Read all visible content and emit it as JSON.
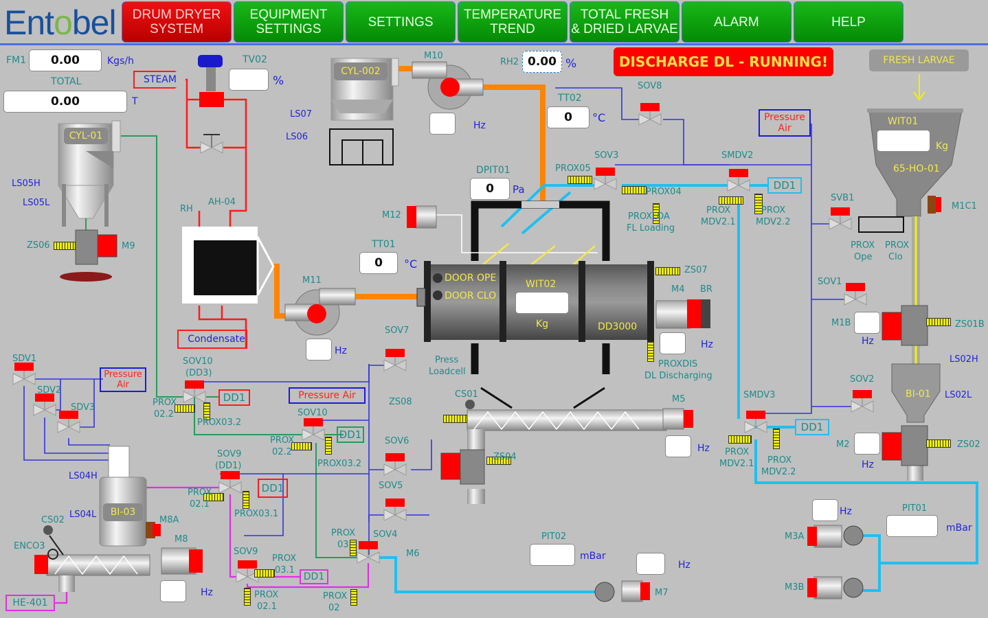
{
  "nav": {
    "logo": "Entobel",
    "buttons": [
      "DRUM DRYER\nSYSTEM",
      "EQUIPMENT\nSETTINGS",
      "SETTINGS",
      "TEMPERATURE\nTREND",
      "TOTAL FRESH\n& DRIED LARVAE",
      "ALARM",
      "HELP"
    ],
    "active": 0
  },
  "status": {
    "alarm": "DISCHARGE DL - RUNNING!",
    "fresh_larvae": "FRESH LARVAE"
  },
  "readouts": {
    "fm1": {
      "label": "FM1",
      "value": "0.00",
      "unit": "Kgs/h"
    },
    "total": {
      "label": "TOTAL",
      "value": "0.00",
      "unit": "T"
    },
    "tv02": {
      "label": "TV02",
      "value": "",
      "unit": "%"
    },
    "rh2": {
      "label": "RH2",
      "value": "0.00",
      "unit": "%"
    },
    "tt02": {
      "label": "TT02",
      "value": "0",
      "unit": "°C"
    },
    "dpit01": {
      "label": "DPIT01",
      "value": "0",
      "unit": "Pa"
    },
    "tt01": {
      "label": "TT01",
      "value": "0",
      "unit": "°C"
    },
    "m10_hz": {
      "value": "",
      "unit": "Hz"
    },
    "m11_hz": {
      "value": "",
      "unit": "Hz"
    },
    "wit02": {
      "label": "WIT02",
      "value": "",
      "unit": "Kg"
    },
    "m4_hz": {
      "value": "",
      "unit": "Hz"
    },
    "wit01": {
      "label": "WIT01",
      "value": "",
      "unit": "Kg"
    },
    "m1b_hz": {
      "value": "",
      "unit": "Hz"
    },
    "m2_hz": {
      "value": "",
      "unit": "Hz"
    },
    "m5_hz": {
      "value": "",
      "unit": "Hz"
    },
    "m8_hz": {
      "value": "",
      "unit": "Hz"
    },
    "pit02": {
      "label": "PIT02",
      "value": "",
      "unit": "mBar"
    },
    "m7_hz": {
      "value": "",
      "unit": "Hz"
    },
    "m3a_hz": {
      "value": "",
      "unit": "Hz"
    },
    "pit01": {
      "label": "PIT01",
      "value": "",
      "unit": "mBar"
    }
  },
  "tags": {
    "steam": "STEAM",
    "condensate": "Condensate",
    "pressure_air": "Pressure Air",
    "pressure": "Pressure",
    "air": "Air",
    "dd1": "DD1",
    "he401": "HE-401",
    "cyl01": "CYL-01",
    "cyl002": "CYL-002",
    "bi03": "BI-03",
    "bi01": "BI-01",
    "ho01": "65-HO-01",
    "dd3000": "DD3000",
    "door_ope": "DOOR OPE",
    "door_clo": "DOOR CLO",
    "kg": "Kg"
  },
  "labels": {
    "m10": "M10",
    "m11": "M11",
    "m12": "M12",
    "m9": "M9",
    "m4": "M4",
    "br": "BR",
    "m5": "M5",
    "m6": "M6",
    "m7": "M7",
    "m8": "M8",
    "m8a": "M8A",
    "m1c1": "M1C1",
    "m1b": "M1B",
    "m2": "M2",
    "m3a": "M3A",
    "m3b": "M3B",
    "ah04": "AH-04",
    "rh": "RH",
    "ls07": "LS07",
    "ls06": "LS06",
    "ls05h": "LS05H",
    "ls05l": "LS05L",
    "ls04h": "LS04H",
    "ls04l": "LS04L",
    "ls02h": "LS02H",
    "ls02l": "LS02L",
    "zs06": "ZS06",
    "zs07": "ZS07",
    "zs08": "ZS08",
    "zs04": "ZS04",
    "zs01b": "ZS01B",
    "zs02": "ZS02",
    "sov8": "SOV8",
    "sov3": "SOV3",
    "smdv2": "SMDV2",
    "smdv3": "SMDV3",
    "svb1": "SVB1",
    "sov1": "SOV1",
    "sov2": "SOV2",
    "sov7": "SOV7",
    "sov6": "SOV6",
    "sov5": "SOV5",
    "sov4": "SOV4",
    "sov10a": "SOV10",
    "dd3": "(DD3)",
    "sov10b": "SOV10",
    "sov9a": "SOV9",
    "dd1p": "(DD1)",
    "sov9b": "SOV9",
    "sdv1": "SDV1",
    "sdv2": "SDV2",
    "sdv3": "SDV3",
    "cs01": "CS01",
    "cs02": "CS02",
    "enco3": "ENCO3",
    "prox05": "PROX05",
    "prox04": "PROX04",
    "proxloa": "PROXLOA",
    "fl_loading": "FL Loading",
    "proxdis": "PROXDIS",
    "dl_discharging": "DL Discharging",
    "prox": "PROX",
    "mdv21": "MDV2.1",
    "mdv22": "MDV2.2",
    "ope": "Ope",
    "clo": "Clo",
    "press": "Press",
    "loadcell": "Loadcell",
    "prox022": "02.2",
    "prox032": "PROX03.2",
    "prox021": "02.1",
    "prox031": "PROX03.1",
    "p031": "03.1",
    "p03": "03",
    "p02": "02"
  }
}
